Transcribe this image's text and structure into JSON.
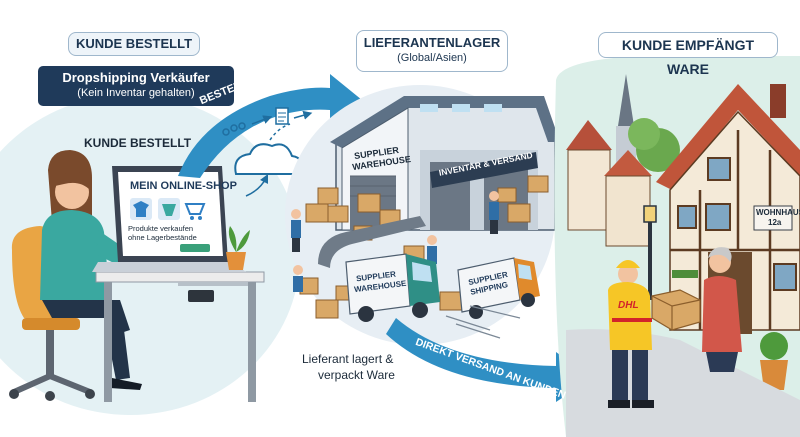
{
  "left": {
    "heading": "KUNDE BESTELLT",
    "seller_title": "Dropshipping Verkäufer",
    "seller_sub": "(Kein Inventar gehalten)",
    "customer_orders": "KUNDE BESTELLT",
    "shop_title": "MEIN ONLINE-SHOP",
    "shop_text_1": "Produkte verkaufen",
    "shop_text_2": "ohne Lagerbestände"
  },
  "arrows": {
    "order_payment": "BESTELLUNG & BEZAHLUNG",
    "direct_shipping": "DIREKT VERSAND AN KUNDEN"
  },
  "middle": {
    "heading": "LIEFERANTENLAGER",
    "sub": "(Global/Asien)",
    "warehouse_sign_1": "SUPPLIER",
    "warehouse_sign_2": "WAREHOUSE",
    "banner": "INVENTAR & VERSAND",
    "truck1_1": "SUPPLIER",
    "truck1_2": "WAREHOUSE",
    "truck2_1": "SUPPLIER",
    "truck2_2": "SHIPPING",
    "caption_1": "Lieferant lagert &",
    "caption_2": "verpackt Ware"
  },
  "right": {
    "heading": "KUNDE EMPFÄNGT WARE",
    "house_sign_1": "WOHNHAUS",
    "house_sign_2": "12a",
    "courier_logo": "DHL"
  },
  "colors": {
    "navy": "#1f3a5a",
    "arrow_teal": "#2f8fc4",
    "courier_yellow": "#f6c626",
    "courier_red": "#d2232a",
    "accent_green": "#3aa07a"
  }
}
